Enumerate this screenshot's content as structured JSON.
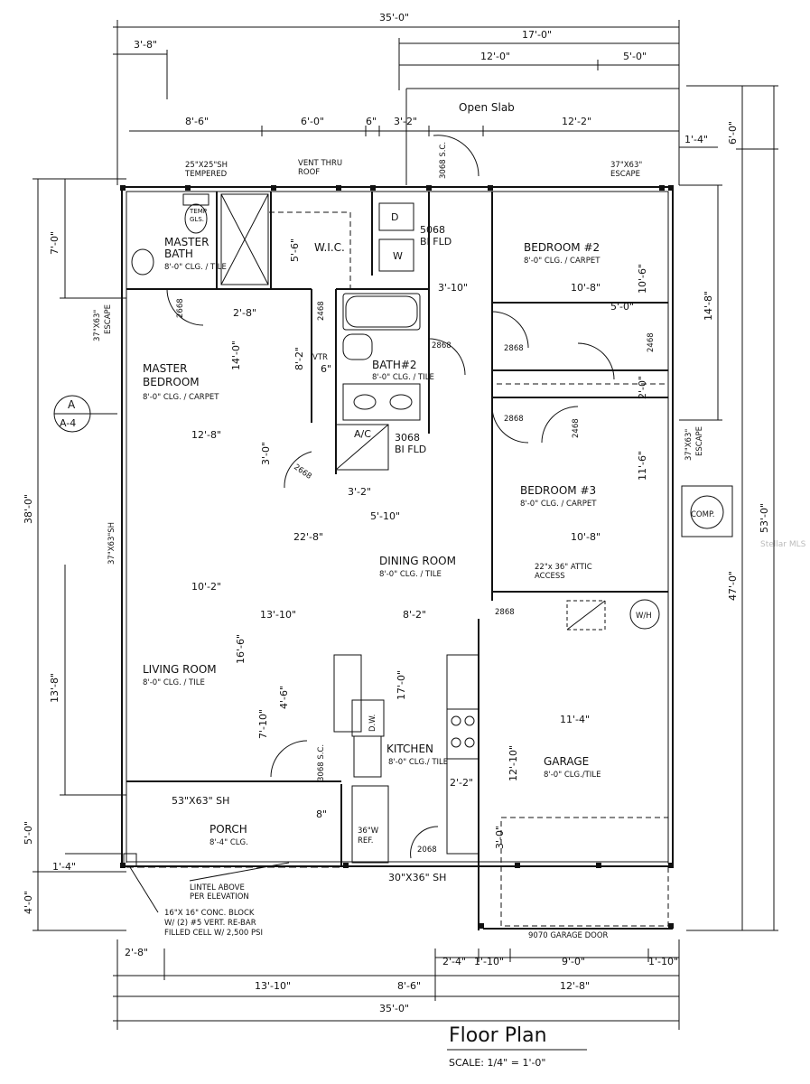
{
  "drawing": {
    "title": "Floor Plan",
    "scale": "SCALE: 1/4\" = 1'-0\"",
    "watermark": "Stellar MLS"
  },
  "rooms": {
    "master_bath": {
      "name": "MASTER\nBATH",
      "ceiling": "8'-0\" CLG. / TILE"
    },
    "wic": {
      "name": "W.I.C."
    },
    "master_bedroom": {
      "name": "MASTER\nBEDROOM",
      "ceiling": "8'-0\" CLG. / CARPET"
    },
    "bath2": {
      "name": "BATH#2",
      "ceiling": "8'-0\" CLG. / TILE"
    },
    "bedroom2": {
      "name": "BEDROOM #2",
      "ceiling": "8'-0\" CLG. / CARPET"
    },
    "bedroom3": {
      "name": "BEDROOM #3",
      "ceiling": "8'-0\" CLG. / CARPET"
    },
    "dining": {
      "name": "DINING ROOM",
      "ceiling": "8'-0\" CLG. / TILE"
    },
    "living": {
      "name": "LIVING ROOM",
      "ceiling": "8'-0\" CLG. / TILE"
    },
    "kitchen": {
      "name": "KITCHEN",
      "ceiling": "8'-0\" CLG./ TILE"
    },
    "garage": {
      "name": "GARAGE",
      "ceiling": "8'-0\" CLG./TILE"
    },
    "porch": {
      "name": "PORCH",
      "ceiling": "8'-4\" CLG."
    },
    "open_slab": {
      "name": "Open Slab"
    }
  },
  "notes": {
    "sh_25": "25\"X25\"SH",
    "tempered": "TEMPERED",
    "vent": "VENT THRU",
    "roof": "ROOF",
    "temp_gls": "TEMP",
    "temp_gls2": "GLS.",
    "escape_37_top": "37\"X63\"",
    "escape_word": "ESCAPE",
    "escape_left": "37\"X63\"",
    "escape_left2": "ESCAPE",
    "escape_right": "37\"X63\"",
    "escape_right2": "ESCAPE",
    "sh_left": "37\"X63\"SH",
    "bi_fld_5068": "5068",
    "bi_fld": "BI FLD",
    "bi_fld_3068": "3068",
    "bi_fld2": "BI FLD",
    "sc_3068_top": "3068 S.C.",
    "sc_3068_kitchen": "3068 S.C.",
    "vtr": "VTR",
    "ac": "A/C",
    "d": "D",
    "w": "W",
    "dw": "D.W.",
    "ref": "36\"W",
    "ref2": "REF.",
    "comp": "COMP.",
    "wh": "W/H",
    "attic": "22\"x 36\" ATTIC",
    "attic2": "ACCESS",
    "sh_53": "53\"X63\" SH",
    "sh_30": "30\"X36\" SH",
    "lintel": "LINTEL ABOVE",
    "lintel2": "PER ELEVATION",
    "block1": "16\"X 16\" CONC. BLOCK",
    "block2": "W/ (2) #5 VERT. RE-BAR",
    "block3": "FILLED CELL W/ 2,500 PSI",
    "garage_door": "9070 GARAGE DOOR",
    "section_a": "A",
    "section_a4": "A-4",
    "door_2668_a": "2668",
    "door_2468_a": "2468",
    "door_2868_a": "2868",
    "door_2868_b": "2868",
    "door_2468_b": "2468",
    "door_2868_c": "2868",
    "door_2868_d": "2868",
    "door_2468_c": "2468",
    "door_2668_b": "2668",
    "door_2868_e": "2868",
    "door_2068": "2068"
  },
  "dims": {
    "top_35": "35'-0\"",
    "top_17": "17'-0\"",
    "top_3_8": "3'-8\"",
    "top_12": "12'-0\"",
    "top_5": "5'-0\"",
    "r2_8_6": "8'-6\"",
    "r2_6": "6'-0\"",
    "r2_6in": "6\"",
    "r2_3_2": "3'-2\"",
    "r2_12_2": "12'-2\"",
    "r_1_4": "1'-4\"",
    "r_6": "6'-0\"",
    "l_7": "7'-0\"",
    "l_38": "38'-0\"",
    "l_13_8": "13'-8\"",
    "l_5": "5'-0\"",
    "l_1_4": "1'-4\"",
    "l_4": "4'-0\"",
    "r_53": "53'-0\"",
    "r_47": "47'-0\"",
    "r_14_8": "14'-8\"",
    "r_10_6": "10'-6\"",
    "r_2_0": "2'-0\"",
    "r_2468": "2468",
    "r_11_6": "11'-6\"",
    "i_5_6": "5'-6\"",
    "i_3_10": "3'-10\"",
    "i_10_8a": "10'-8\"",
    "i_5_0": "5'-0\"",
    "i_2_8": "2'-8\"",
    "i_14": "14'-0\"",
    "i_8_2": "8'-2\"",
    "i_6in": "6\"",
    "i_12_8": "12'-8\"",
    "i_3_0": "3'-0\"",
    "i_3_2": "3'-2\"",
    "i_5_10": "5'-10\"",
    "i_10_8b": "10'-8\"",
    "i_22_8": "22'-8\"",
    "i_10_2": "10'-2\"",
    "i_13_10": "13'-10\"",
    "i_8_2b": "8'-2\"",
    "i_16_6": "16'-6\"",
    "i_17": "17'-0\"",
    "i_4_6": "4'-6\"",
    "i_7_10": "7'-10\"",
    "i_11_4": "11'-4\"",
    "i_12_10": "12'-10\"",
    "i_2_2": "2'-2\"",
    "i_8in": "8\"",
    "i_3_0b": "3'-0\"",
    "b_2_8": "2'-8\"",
    "b_2_4": "2'-4\"",
    "b_1_10a": "1'-10\"",
    "b_9": "9'-0\"",
    "b_1_10b": "1'-10\"",
    "b_13_10": "13'-10\"",
    "b_8_6": "8'-6\"",
    "b_12_8": "12'-8\"",
    "b_35": "35'-0\""
  }
}
